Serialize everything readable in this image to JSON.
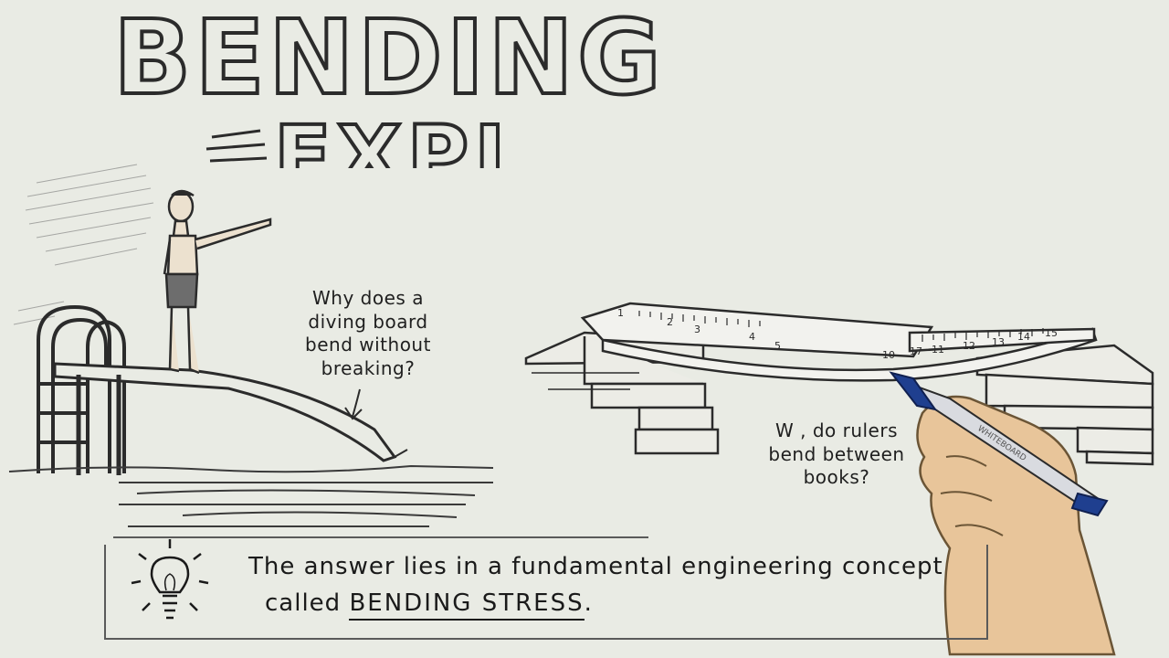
{
  "title": {
    "main": "BENDING",
    "sub_partial": "EXPL"
  },
  "questions": {
    "diving_board": [
      "Why does a",
      "diving board",
      "bend without",
      "breaking?"
    ],
    "rulers": [
      "W , do rulers",
      "bend between",
      "books?"
    ]
  },
  "ruler_numbers": [
    "1",
    "2",
    "3",
    "4",
    "5",
    "10",
    "11",
    "12",
    "13",
    "14",
    "15",
    "17"
  ],
  "marker_label": "WHITEBOARD",
  "answer": {
    "line1": "The answer lies in a fundamental engineering concept",
    "line2_prefix": "called",
    "line2_emphasis": "BENDING STRESS",
    "line2_suffix": "."
  },
  "icons": {
    "idea": "lightbulb-icon"
  },
  "colors": {
    "background": "#e9ebe4",
    "ink": "#1f1f1f",
    "skin": "#e8c59a",
    "marker_body": "#d9dbe0",
    "marker_cap": "#1f3f8f"
  }
}
